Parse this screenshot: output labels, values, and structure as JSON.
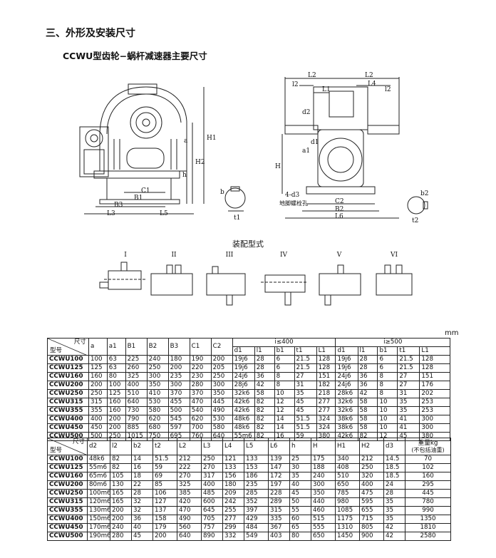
{
  "section_title": "三、外形及安装尺寸",
  "sub_title": "CCWU型齿轮−蜗杆减速器主要尺寸",
  "drawing_labels": {
    "front": [
      "H1",
      "a",
      "H2",
      "h",
      "C1",
      "B1",
      "B3",
      "L3",
      "L5"
    ],
    "key": [
      "b",
      "t1"
    ],
    "side": [
      "L2",
      "l2",
      "L1",
      "L2",
      "L4",
      "l2",
      "d2",
      "d1",
      "a1",
      "H",
      "4-d3",
      "地脚螺栓孔",
      "C2",
      "B2",
      "L6"
    ],
    "key2": [
      "b2",
      "t2"
    ]
  },
  "mounting_title": "装配型式",
  "mounting_types": [
    "I",
    "II",
    "III",
    "IV",
    "V",
    "VI"
  ],
  "unit": "mm",
  "table1": {
    "corner_top": "尺寸",
    "corner_bottom": "型号",
    "headers": [
      "a",
      "a1",
      "B1",
      "B2",
      "B3",
      "C1",
      "C2"
    ],
    "group1": "i≤400",
    "group2": "i≥500",
    "sub": [
      "d1",
      "l1",
      "b1",
      "t1",
      "L1",
      "d1",
      "l1",
      "b1",
      "t1",
      "L1"
    ],
    "rows": [
      [
        "CCWU100",
        "100",
        "63",
        "225",
        "240",
        "180",
        "190",
        "200",
        "19j6",
        "28",
        "6",
        "21.5",
        "128",
        "19j6",
        "28",
        "6",
        "21.5",
        "128"
      ],
      [
        "CCWU125",
        "125",
        "63",
        "260",
        "250",
        "200",
        "220",
        "205",
        "19j6",
        "28",
        "6",
        "21.5",
        "128",
        "19j6",
        "28",
        "6",
        "21.5",
        "128"
      ],
      [
        "CCWU160",
        "160",
        "80",
        "325",
        "300",
        "235",
        "230",
        "250",
        "24j6",
        "36",
        "8",
        "27",
        "151",
        "24j6",
        "36",
        "8",
        "27",
        "151"
      ],
      [
        "CCWU200",
        "200",
        "100",
        "400",
        "350",
        "300",
        "280",
        "300",
        "28j6",
        "42",
        "8",
        "31",
        "182",
        "24j6",
        "36",
        "8",
        "27",
        "176"
      ],
      [
        "CCWU250",
        "250",
        "125",
        "510",
        "410",
        "370",
        "370",
        "350",
        "32k6",
        "58",
        "10",
        "35",
        "218",
        "28k6",
        "42",
        "8",
        "31",
        "202"
      ],
      [
        "CCWU315",
        "315",
        "160",
        "640",
        "530",
        "455",
        "470",
        "445",
        "42k6",
        "82",
        "12",
        "45",
        "277",
        "32k6",
        "58",
        "10",
        "35",
        "253"
      ],
      [
        "CCWU355",
        "355",
        "160",
        "730",
        "580",
        "500",
        "540",
        "490",
        "42k6",
        "82",
        "12",
        "45",
        "277",
        "32k6",
        "58",
        "10",
        "35",
        "253"
      ],
      [
        "CCWU400",
        "400",
        "200",
        "790",
        "620",
        "545",
        "620",
        "530",
        "48k6",
        "82",
        "14",
        "51.5",
        "324",
        "38k6",
        "58",
        "10",
        "41",
        "300"
      ],
      [
        "CCWU450",
        "450",
        "200",
        "885",
        "680",
        "597",
        "700",
        "580",
        "48k6",
        "82",
        "14",
        "51.5",
        "324",
        "38k6",
        "58",
        "10",
        "41",
        "300"
      ],
      [
        "CCWU500",
        "500",
        "250",
        "1015",
        "750",
        "695",
        "760",
        "640",
        "55m6",
        "82",
        "16",
        "59",
        "380",
        "42k6",
        "82",
        "12",
        "45",
        "380"
      ]
    ]
  },
  "table2": {
    "corner_top": "尺寸",
    "corner_bottom": "型号",
    "headers": [
      "d2",
      "l2",
      "b2",
      "t2",
      "L2",
      "L3",
      "L4",
      "L5",
      "L6",
      "h",
      "H",
      "H1",
      "H2",
      "d3"
    ],
    "weight_header_1": "重量kg",
    "weight_header_2": "(不包括油重)",
    "rows": [
      [
        "CCWU100",
        "48k6",
        "82",
        "14",
        "51.5",
        "212",
        "250",
        "121",
        "133",
        "139",
        "25",
        "175",
        "340",
        "212",
        "14.5",
        "70"
      ],
      [
        "CCWU125",
        "55m6",
        "82",
        "16",
        "59",
        "222",
        "270",
        "133",
        "153",
        "147",
        "30",
        "188",
        "408",
        "250",
        "18.5",
        "102"
      ],
      [
        "CCWU160",
        "65m6",
        "105",
        "18",
        "69",
        "270",
        "317",
        "156",
        "186",
        "172",
        "35",
        "240",
        "510",
        "320",
        "18.5",
        "160"
      ],
      [
        "CCWU200",
        "80m6",
        "130",
        "22",
        "85",
        "325",
        "400",
        "180",
        "235",
        "197",
        "40",
        "300",
        "650",
        "400",
        "24",
        "295"
      ],
      [
        "CCWU250",
        "100m6",
        "165",
        "28",
        "106",
        "385",
        "485",
        "209",
        "285",
        "228",
        "45",
        "350",
        "785",
        "475",
        "28",
        "445"
      ],
      [
        "CCWU315",
        "120m6",
        "165",
        "32",
        "127",
        "420",
        "600",
        "242",
        "352",
        "289",
        "50",
        "440",
        "980",
        "595",
        "35",
        "780"
      ],
      [
        "CCWU355",
        "130m6",
        "200",
        "32",
        "137",
        "470",
        "645",
        "255",
        "397",
        "315",
        "55",
        "460",
        "1085",
        "655",
        "35",
        "990"
      ],
      [
        "CCWU400",
        "150m6",
        "200",
        "36",
        "158",
        "490",
        "705",
        "277",
        "429",
        "335",
        "60",
        "515",
        "1175",
        "715",
        "35",
        "1350"
      ],
      [
        "CCWU450",
        "170m6",
        "240",
        "40",
        "179",
        "560",
        "757",
        "299",
        "484",
        "367",
        "65",
        "555",
        "1310",
        "805",
        "42",
        "1810"
      ],
      [
        "CCWU500",
        "190m6",
        "280",
        "45",
        "200",
        "640",
        "890",
        "332",
        "549",
        "403",
        "80",
        "650",
        "1450",
        "900",
        "42",
        "2580"
      ]
    ]
  }
}
